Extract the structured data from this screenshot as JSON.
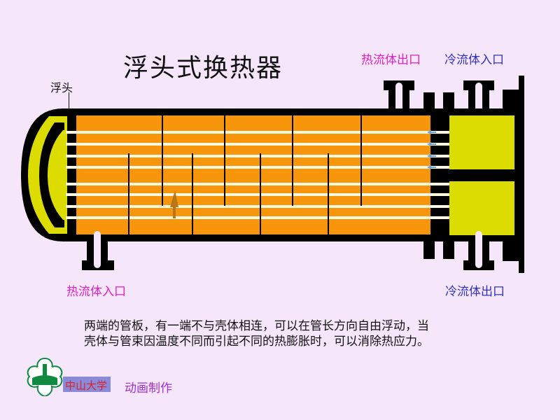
{
  "title": "浮头式换热器",
  "labels": {
    "floating_head": "浮头",
    "hot_fluid_outlet": "热流体出口",
    "cold_fluid_inlet": "冷流体入口",
    "hot_fluid_inlet": "热流体入口",
    "cold_fluid_outlet": "冷流体出口"
  },
  "description": {
    "line1": "两端的管板，有一端不与壳体相连，可以在管长方向自由浮动，当",
    "line2": "壳体与管束因温度不同而引起不同的热膨胀时，可以消除热应力。"
  },
  "footer": {
    "university_name": "中山大学",
    "credit": "动画制作"
  },
  "colors": {
    "background": "#f6e6fa",
    "shell_fluid": "#f7960a",
    "tube_fluid": "#dcdc00",
    "tube": "#fff8e0",
    "steel": "#000000",
    "hot_label": "#e020c0",
    "cold_label": "#3030c0",
    "flow_arrow": "#b8761a",
    "tube_arrow": "#6aa0e0",
    "logo_green": "#108a40"
  }
}
